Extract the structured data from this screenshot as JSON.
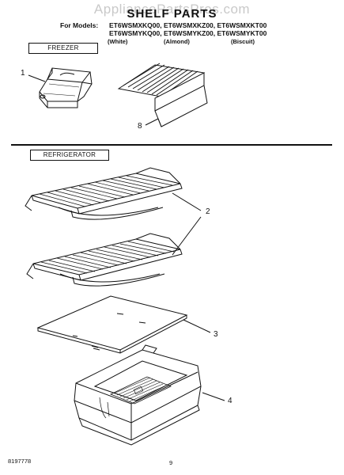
{
  "watermark": "AppliancePartsPros.com",
  "title": "SHELF PARTS",
  "models": {
    "prefix": "For Models:",
    "line1": "ET6WSMXKQ00, ET6WSMXKZ00, ET6WSMXKT00",
    "line2": "ET6WSMYKQ00, ET6WSMYKZ00, ET6WSMYKT00",
    "colors": [
      "(White)",
      "(Almond)",
      "(Biscuit)"
    ]
  },
  "sections": {
    "freezer": "FREEZER",
    "refrigerator": "REFRIGERATOR"
  },
  "callouts": [
    "1",
    "8",
    "2",
    "3",
    "4"
  ],
  "footer": {
    "part_number": "8197778",
    "page_number": "9"
  }
}
